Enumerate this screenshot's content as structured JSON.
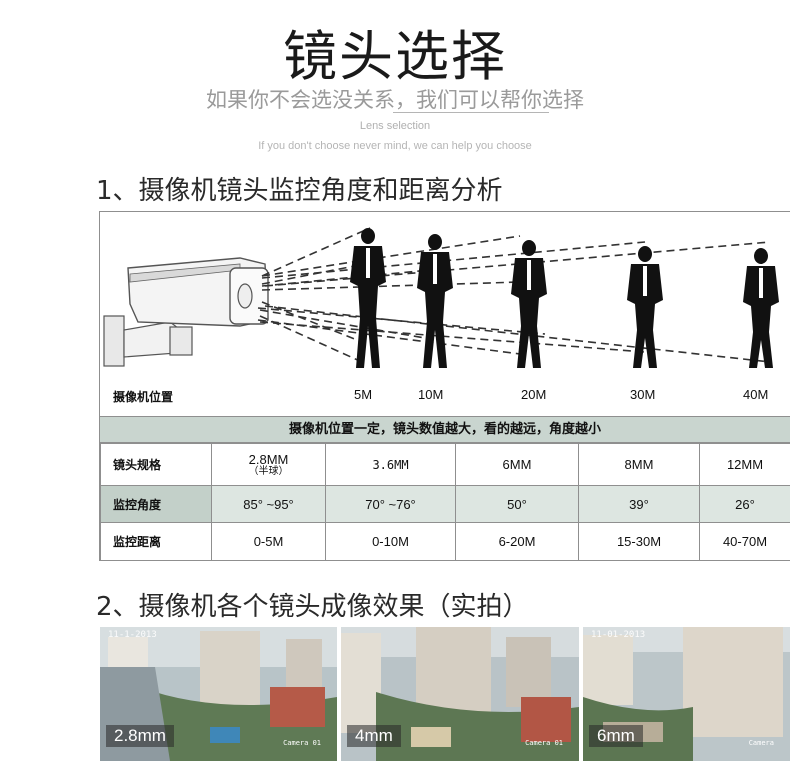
{
  "header": {
    "title": "镜头选择",
    "subtitle": "如果你不会选没关系，我们可以帮你选择",
    "english_title": "Lens selection",
    "english_subtitle": "If you don't choose never mind, we can help you choose"
  },
  "section1": {
    "title": "1、摄像机镜头监控角度和距离分析",
    "camera_position_label": "摄像机位置",
    "distances": [
      "5M",
      "10M",
      "20M",
      "30M",
      "40M"
    ],
    "banner": "摄像机位置一定，镜头数值越大，看的越远，角度越小"
  },
  "table": {
    "rows": [
      {
        "header": "镜头规格",
        "cells": [
          "2.8MM",
          "3.6MM",
          "6MM",
          "8MM",
          "12MM"
        ],
        "note": "（半球）"
      },
      {
        "header": "监控角度",
        "cells": [
          "85° ~95°",
          "70° ~76°",
          "50°",
          "39°",
          "26°"
        ]
      },
      {
        "header": "监控距离",
        "cells": [
          "0-5M",
          "0-10M",
          "6-20M",
          "15-30M",
          "40-70M"
        ]
      }
    ]
  },
  "section2": {
    "title": "2、摄像机各个镜头成像效果（实拍）",
    "photos": [
      {
        "label": "2.8mm",
        "stamp": "11-1-2013",
        "cam": "Camera 01"
      },
      {
        "label": "4mm",
        "stamp": "",
        "cam": "Camera 01"
      },
      {
        "label": "6mm",
        "stamp": "11-01-2013",
        "cam": "Camera"
      }
    ]
  }
}
